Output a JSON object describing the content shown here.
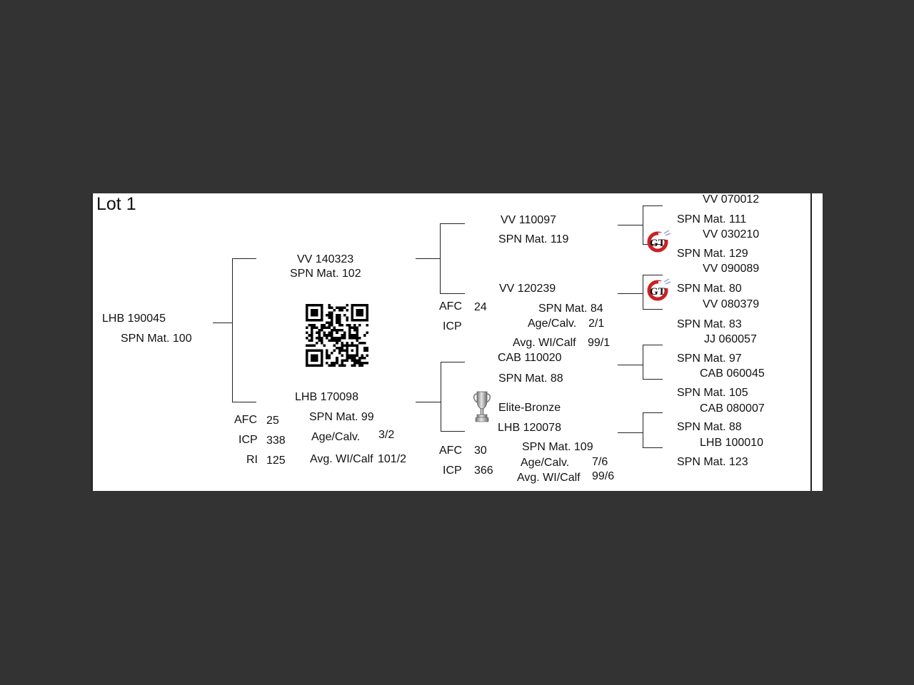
{
  "lot_title": "Lot 1",
  "subject": {
    "id": "LHB 190045",
    "spn": "SPN Mat. 100"
  },
  "sire": {
    "id": "VV  140323",
    "spn": "SPN Mat. 102"
  },
  "dam": {
    "id": "LHB 170098",
    "spn": "SPN Mat. 99",
    "age_calv_label": "Age/Calv.",
    "age_calv_value": "3/2",
    "avg_label": "Avg. WI/Calf",
    "avg_value": "101/2",
    "afc_label": "AFC",
    "afc_value": "25",
    "icp_label": "ICP",
    "icp_value": "338",
    "ri_label": "RI",
    "ri_value": "125"
  },
  "sire_sire": {
    "id": "VV  110097",
    "spn": "SPN Mat. 119"
  },
  "sire_dam": {
    "id": "VV  120239",
    "spn": "SPN Mat. 84",
    "age_calv_label": "Age/Calv.",
    "age_calv_value": "2/1",
    "avg_label": "Avg. WI/Calf",
    "avg_value": "99/1",
    "afc_label": "AFC",
    "afc_value": "24",
    "icp_label": "ICP"
  },
  "dam_sire": {
    "id": "CAB 110020",
    "spn": "SPN Mat. 88"
  },
  "dam_dam": {
    "award": "Elite-Bronze",
    "id": "LHB 120078",
    "spn": "SPN Mat. 109",
    "age_calv_label": "Age/Calv.",
    "age_calv_value": "7/6",
    "avg_label": "Avg. WI/Calf",
    "avg_value": "99/6",
    "afc_label": "AFC",
    "afc_value": "30",
    "icp_label": "ICP",
    "icp_value": "366"
  },
  "gen4": [
    {
      "id": "VV  070012",
      "spn": "SPN Mat. 111"
    },
    {
      "id": "VV  030210",
      "spn": "SPN Mat. 129"
    },
    {
      "id": "VV  090089",
      "spn": "SPN Mat. 80"
    },
    {
      "id": "VV  080379",
      "spn": "SPN Mat. 83"
    },
    {
      "id": "JJ  060057",
      "spn": "SPN Mat. 97"
    },
    {
      "id": "CAB 060045",
      "spn": "SPN Mat. 105"
    },
    {
      "id": "CAB 080007",
      "spn": "SPN Mat. 88"
    },
    {
      "id": "LHB 100010",
      "spn": "SPN Mat. 123"
    }
  ],
  "logo_text": "GT",
  "colors": {
    "background": "#333333",
    "page": "#ffffff",
    "logo_red": "#cc1f24"
  }
}
